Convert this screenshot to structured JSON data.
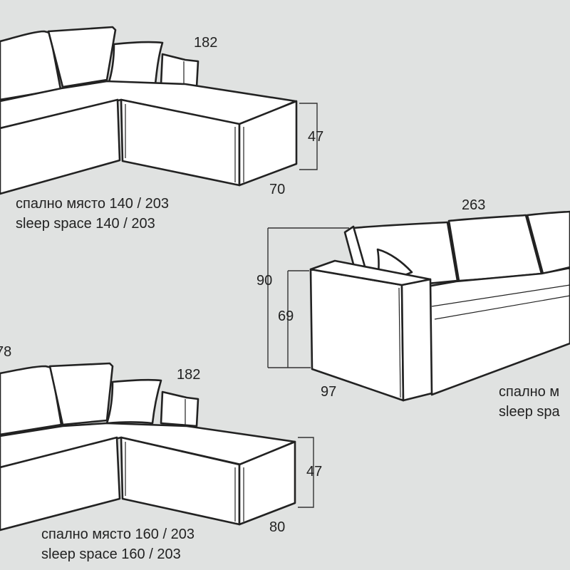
{
  "diagram_top_left": {
    "width_dim": "182",
    "height_dim": "47",
    "depth_dim": "70",
    "sleep_bg": "спално място 140 / 203",
    "sleep_en": "sleep space 140 / 203"
  },
  "diagram_right": {
    "length_dim": "263",
    "back_height_dim": "90",
    "arm_height_dim": "69",
    "depth_dim": "97",
    "sleep_bg": "спално м",
    "sleep_en": "sleep spa"
  },
  "diagram_bottom_left": {
    "corner_dim": "78",
    "width_dim": "182",
    "height_dim": "47",
    "depth_dim": "80",
    "sleep_bg": "спално място 160 / 203",
    "sleep_en": "sleep space 160 / 203"
  },
  "colors": {
    "background": "#e0e2e1",
    "line": "#222222",
    "fill": "#ffffff"
  }
}
